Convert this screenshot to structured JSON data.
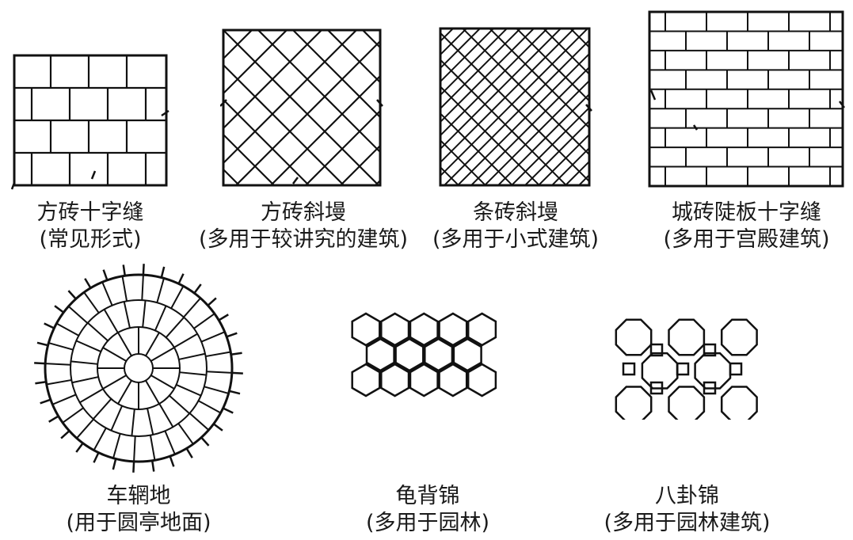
{
  "patterns": [
    {
      "id": "fang-zhuan-shi-zi-feng",
      "name": "方砖十字缝",
      "note": "(常见形式)"
    },
    {
      "id": "fang-zhuan-xie-man",
      "name": "方砖斜墁",
      "note": "(多用于较讲究的建筑)"
    },
    {
      "id": "tiao-zhuan-xie-man",
      "name": "条砖斜墁",
      "note": "(多用于小式建筑)"
    },
    {
      "id": "cheng-zhuan-lu-ban",
      "name": "城砖陡板十字缝",
      "note": "(多用于宫殿建筑)"
    },
    {
      "id": "che-wang-di",
      "name": "车辋地",
      "note": "(用于圆亭地面)"
    },
    {
      "id": "gui-bei-jin",
      "name": "龟背锦",
      "note": "(多用于园林)"
    },
    {
      "id": "ba-gua-jin",
      "name": "八卦锦",
      "note": "(多用于园林建筑)"
    }
  ]
}
